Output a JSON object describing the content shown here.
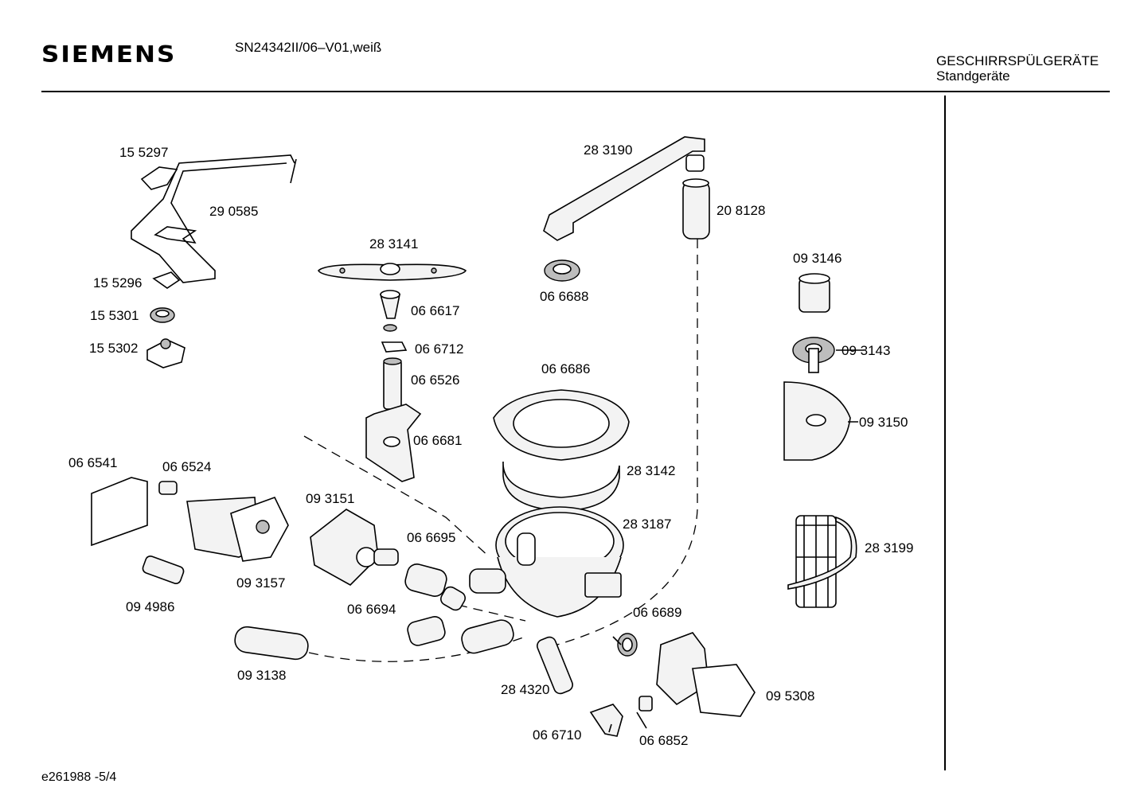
{
  "header": {
    "brand": "SIEMENS",
    "model": "SN24342II/06–V01,weiß",
    "category_line1": "GESCHIRRSPÜLGERÄTE",
    "category_line2": "Standgeräte"
  },
  "footer": {
    "doc_id": "e261988   -5/4"
  },
  "parts": [
    "15 5297",
    "29 0585",
    "15 5296",
    "15 5301",
    "15 5302",
    "28 3141",
    "06 6617",
    "06 6712",
    "06 6526",
    "06 6681",
    "28 3190",
    "20 8128",
    "06 6688",
    "06 6686",
    "28 3142",
    "28 3187",
    "09 3146",
    "09 3143",
    "09 3150",
    "28 3199",
    "06 6541",
    "06 6524",
    "09 3157",
    "09 4986",
    "09 3151",
    "06 6695",
    "06 6694",
    "09 3138",
    "06 6689",
    "28 4320",
    "06 6710",
    "06 6852",
    "09 5308"
  ]
}
